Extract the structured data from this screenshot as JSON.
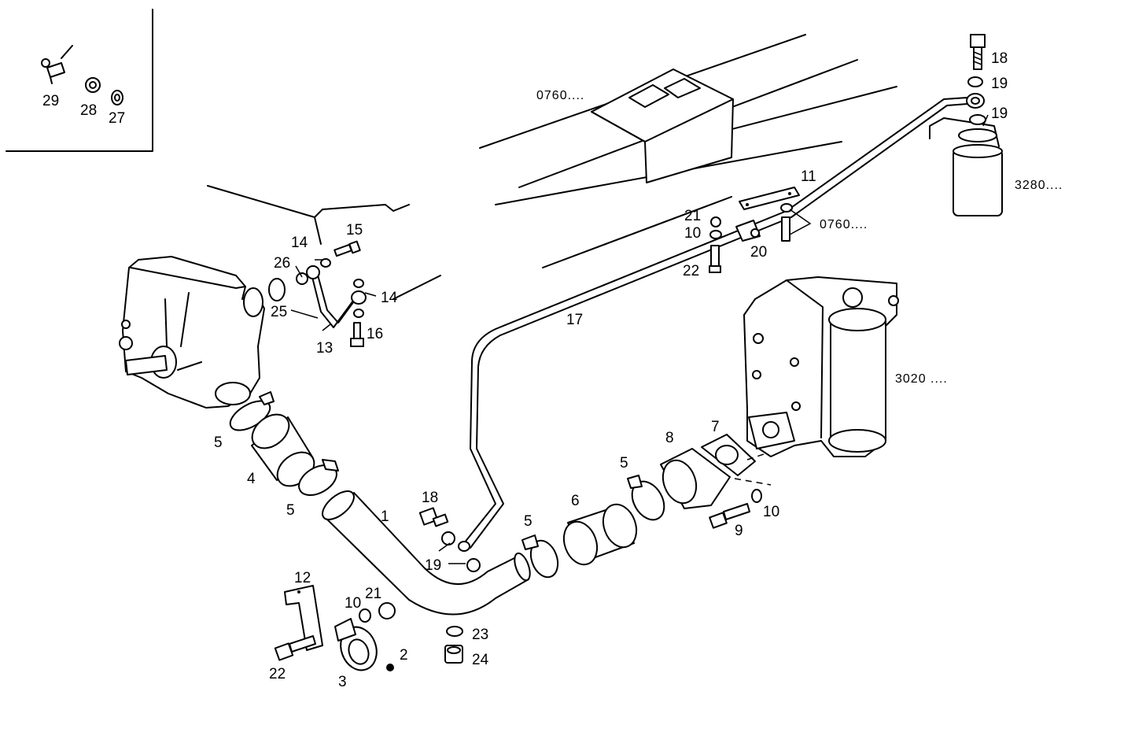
{
  "callouts": [
    {
      "id": "c29",
      "text": "29"
    },
    {
      "id": "c28",
      "text": "28"
    },
    {
      "id": "c27",
      "text": "27"
    },
    {
      "id": "c18a",
      "text": "18"
    },
    {
      "id": "c19a",
      "text": "19"
    },
    {
      "id": "c19b",
      "text": "19"
    },
    {
      "id": "c11",
      "text": "11"
    },
    {
      "id": "c21a",
      "text": "21"
    },
    {
      "id": "c10a",
      "text": "10"
    },
    {
      "id": "c20",
      "text": "20"
    },
    {
      "id": "c22a",
      "text": "22"
    },
    {
      "id": "c15",
      "text": "15"
    },
    {
      "id": "c14a",
      "text": "14"
    },
    {
      "id": "c26",
      "text": "26"
    },
    {
      "id": "c25",
      "text": "25"
    },
    {
      "id": "c14b",
      "text": "14"
    },
    {
      "id": "c13",
      "text": "13"
    },
    {
      "id": "c16",
      "text": "16"
    },
    {
      "id": "c17",
      "text": "17"
    },
    {
      "id": "c5a",
      "text": "5"
    },
    {
      "id": "c4",
      "text": "4"
    },
    {
      "id": "c5b",
      "text": "5"
    },
    {
      "id": "c1",
      "text": "1"
    },
    {
      "id": "c18b",
      "text": "18"
    },
    {
      "id": "c19c",
      "text": "19"
    },
    {
      "id": "c5c",
      "text": "5"
    },
    {
      "id": "c6",
      "text": "6"
    },
    {
      "id": "c5d",
      "text": "5"
    },
    {
      "id": "c8",
      "text": "8"
    },
    {
      "id": "c7",
      "text": "7"
    },
    {
      "id": "c9",
      "text": "9"
    },
    {
      "id": "c10b",
      "text": "10"
    },
    {
      "id": "c12",
      "text": "12"
    },
    {
      "id": "c10c",
      "text": "10"
    },
    {
      "id": "c21b",
      "text": "21"
    },
    {
      "id": "c2",
      "text": "2"
    },
    {
      "id": "c22b",
      "text": "22"
    },
    {
      "id": "c3",
      "text": "3"
    },
    {
      "id": "c23",
      "text": "23"
    },
    {
      "id": "c24",
      "text": "24"
    }
  ],
  "references": {
    "r0760a": "0760....",
    "r0760b": "0760....",
    "r3280": "3280....",
    "r3020": "3020 ...."
  }
}
